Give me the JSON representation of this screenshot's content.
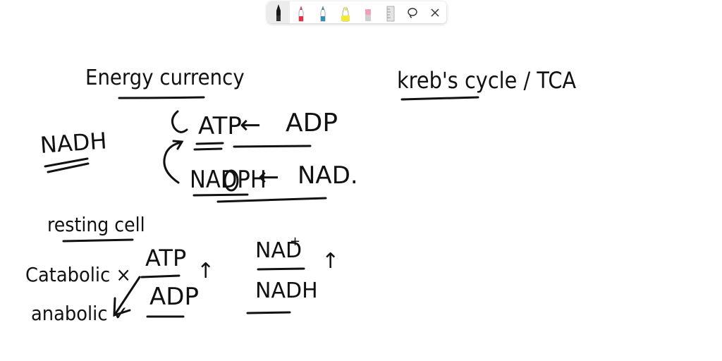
{
  "toolbar": {
    "tools": [
      {
        "name": "black-pen",
        "color": "#1a1a1a"
      },
      {
        "name": "red-pen",
        "color": "#e0334a"
      },
      {
        "name": "blue-pen",
        "color": "#2f8fb8"
      },
      {
        "name": "highlighter",
        "color": "#f2e93a"
      },
      {
        "name": "eraser",
        "color": "#f0a0b4"
      },
      {
        "name": "ruler",
        "color": "#bdbdbd"
      },
      {
        "name": "lasso",
        "icon": "lasso-icon"
      },
      {
        "name": "close",
        "icon": "close-icon"
      }
    ]
  },
  "notes": {
    "energy_currency": "Energy currency",
    "atp_top": "ATP",
    "arrow_left_1": "←",
    "adp_top": "ADP",
    "nadh_left": "NADH",
    "nadph": "NADPH",
    "arrow_left_2": "←",
    "nad_dot": "NAD.",
    "resting_cell": "resting cell",
    "catabolic": "Catabolic ×",
    "anabolic": "anabolic ✓",
    "atp_ratio": "ATP",
    "adp_ratio": "ADP",
    "nad_plus": "NAD",
    "plus_sup": "+",
    "nadh_ratio": "NADH",
    "up_arrow_1": "↑",
    "up_arrow_2": "↑",
    "krebs": "kreb's cycle / TCA"
  }
}
